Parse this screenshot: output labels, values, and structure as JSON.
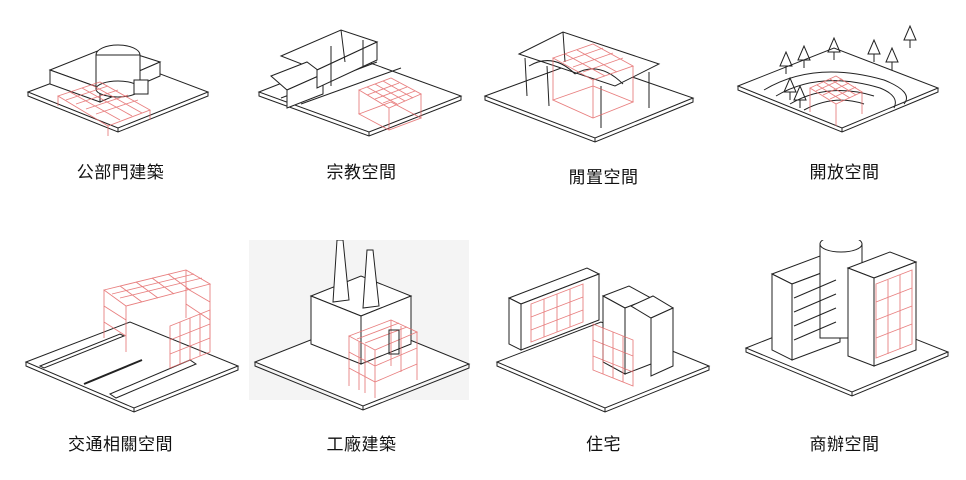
{
  "panels": [
    {
      "label": "公部門建築",
      "icon": "public-building"
    },
    {
      "label": "宗教空間",
      "icon": "temple"
    },
    {
      "label": "閒置空間",
      "icon": "vacant-shed"
    },
    {
      "label": "開放空間",
      "icon": "open-park"
    },
    {
      "label": "交通相關空間",
      "icon": "transport-structure"
    },
    {
      "label": "工廠建築",
      "icon": "factory-chimneys"
    },
    {
      "label": "住宅",
      "icon": "residential-houses"
    },
    {
      "label": "商辦空間",
      "icon": "office-towers"
    }
  ],
  "colors": {
    "grid": "#e46a6a",
    "line": "#222222",
    "background": "#ffffff"
  }
}
